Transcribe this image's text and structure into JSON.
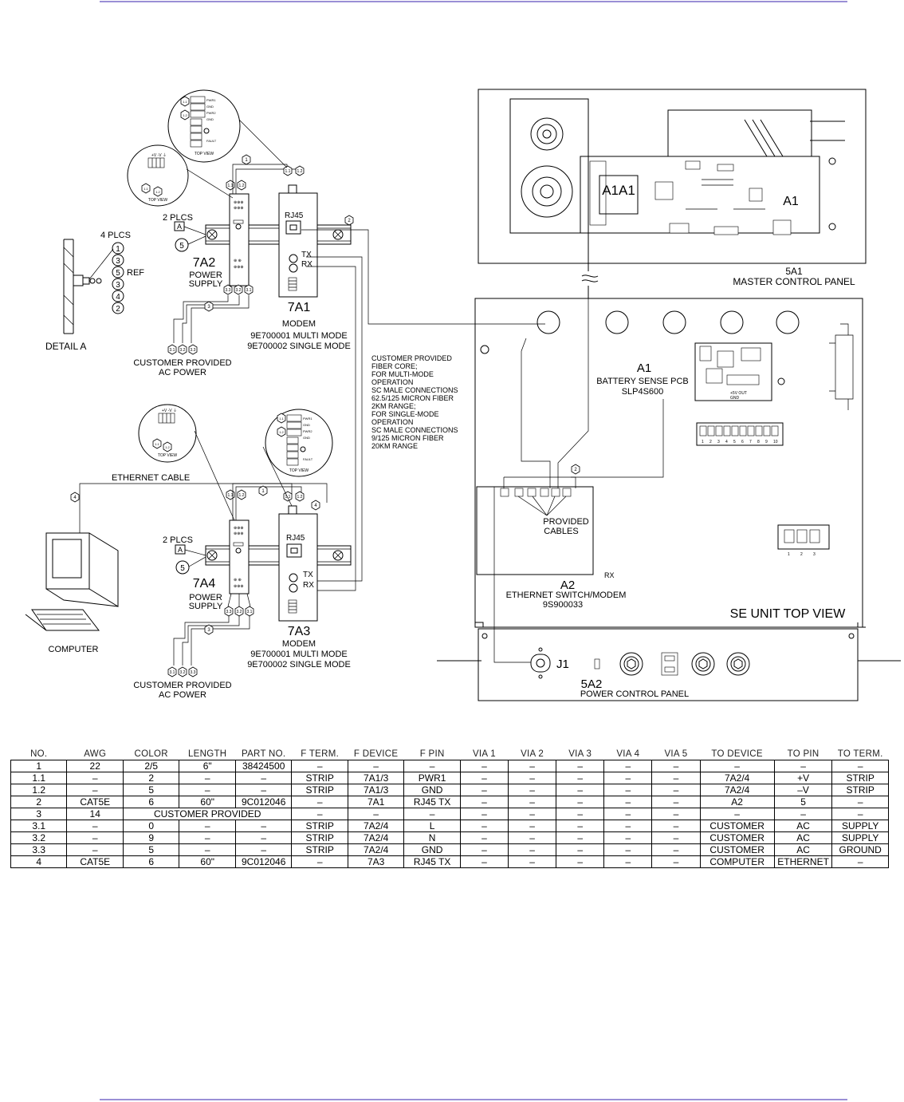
{
  "labels": {
    "m7a1_title": "7A1",
    "m7a1_sub": "MODEM",
    "m7a1_p1": "9E700001 MULTI MODE",
    "m7a1_p2": "9E700002 SINGLE MODE",
    "m7a3_title": "7A3",
    "m7a3_sub": "MODEM",
    "m7a3_p1": "9E700001 MULTI MODE",
    "m7a3_p2": "9E700002 SINGLE MODE",
    "ps7a2_title": "7A2",
    "ps7a2_l1": "POWER",
    "ps7a2_l2": "SUPPLY",
    "ps7a4_title": "7A4",
    "ps7a4_l1": "POWER",
    "ps7a4_l2": "SUPPLY",
    "plcs": "2 PLCS",
    "plcs4": "4 PLCS",
    "ref": "REF",
    "detail": "DETAIL A",
    "box_a": "A",
    "cust_power_1": "CUSTOMER PROVIDED",
    "cust_power_2": "AC POWER",
    "rj45": "RJ45",
    "tx": "TX",
    "rx": "RX",
    "top_view": "TOP VIEW",
    "pwr1": "PWR1",
    "gnd": "GND",
    "pwr2": "PWR2",
    "fault": "FAULT",
    "ethernet_cable": "ETHERNET CABLE",
    "computer": "COMPUTER",
    "fiber_note": [
      "CUSTOMER PROVIDED",
      "FIBER CORE;",
      "FOR MULTI-MODE",
      "OPERATION",
      "SC MALE CONNECTIONS",
      "62.5/125 MICRON FIBER",
      "2KM RANGE;",
      "FOR SINGLE-MODE",
      "OPERATION",
      "SC MALE CONNECTIONS",
      "9/125 MICRON FIBER",
      "20KM RANGE"
    ],
    "mcp_id": "5A1",
    "mcp_name": "MASTER CONTROL PANEL",
    "a1a1": "A1A1",
    "a1": "A1",
    "batt_title": "A1",
    "batt_sub": "BATTERY SENSE PCB",
    "batt_pn": "SLP4S600",
    "plus5v": "+5V OUT",
    "batt_gnd": "GND",
    "provided_1": "PROVIDED",
    "provided_2": "CABLES",
    "a2_title": "A2",
    "a2_sub": "ETHERNET SWITCH/MODEM",
    "a2_pn": "9S900033",
    "rx_lbl": "RX",
    "se_view": "SE UNIT TOP VIEW",
    "j1": "J1",
    "pcp_id": "5A2",
    "pcp_name": "POWER CONTROL PANEL"
  },
  "callouts": {
    "c1": "1",
    "c11": "1.1",
    "c12": "1.2",
    "c2": "2",
    "c3": "3",
    "c31": "3.1",
    "c32": "3.2",
    "c33": "3.3",
    "c4": "4",
    "c5": "5"
  },
  "wire_table": {
    "headers": [
      "NO.",
      "AWG",
      "COLOR",
      "LENGTH",
      "PART NO.",
      "F TERM.",
      "F DEVICE",
      "F PIN",
      "VIA 1",
      "VIA 2",
      "VIA 3",
      "VIA 4",
      "VIA 5",
      "TO DEVICE",
      "TO PIN",
      "TO TERM."
    ],
    "rows": [
      [
        "1",
        "22",
        "2/5",
        "6\"",
        "38424500",
        "–",
        "–",
        "–",
        "–",
        "–",
        "–",
        "–",
        "–",
        "–",
        "–",
        "–"
      ],
      [
        "1.1",
        "–",
        "2",
        "–",
        "–",
        "STRIP",
        "7A1/3",
        "PWR1",
        "–",
        "–",
        "–",
        "–",
        "–",
        "7A2/4",
        "+V",
        "STRIP"
      ],
      [
        "1.2",
        "–",
        "5",
        "–",
        "–",
        "STRIP",
        "7A1/3",
        "GND",
        "–",
        "–",
        "–",
        "–",
        "–",
        "7A2/4",
        "–V",
        "STRIP"
      ],
      [
        "2",
        "CAT5E",
        "6",
        "60\"",
        "9C012046",
        "–",
        "7A1",
        "RJ45 TX",
        "–",
        "–",
        "–",
        "–",
        "–",
        "A2",
        "5",
        "–"
      ],
      [
        "3",
        "14",
        "CUSTOMER PROVIDED",
        "",
        "",
        "–",
        "–",
        "–",
        "–",
        "–",
        "–",
        "–",
        "–",
        "–",
        "–",
        "–"
      ],
      [
        "3.1",
        "–",
        "0",
        "–",
        "–",
        "STRIP",
        "7A2/4",
        "L",
        "–",
        "–",
        "–",
        "–",
        "–",
        "CUSTOMER",
        "AC",
        "SUPPLY"
      ],
      [
        "3.2",
        "–",
        "9",
        "–",
        "–",
        "STRIP",
        "7A2/4",
        "N",
        "–",
        "–",
        "–",
        "–",
        "–",
        "CUSTOMER",
        "AC",
        "SUPPLY"
      ],
      [
        "3.3",
        "–",
        "5",
        "–",
        "–",
        "STRIP",
        "7A2/4",
        "GND",
        "–",
        "–",
        "–",
        "–",
        "–",
        "CUSTOMER",
        "AC",
        "GROUND"
      ],
      [
        "4",
        "CAT5E",
        "6",
        "60\"",
        "9C012046",
        "–",
        "7A3",
        "RJ45 TX",
        "–",
        "–",
        "–",
        "–",
        "–",
        "COMPUTER",
        "ETHERNET",
        "–"
      ]
    ]
  }
}
